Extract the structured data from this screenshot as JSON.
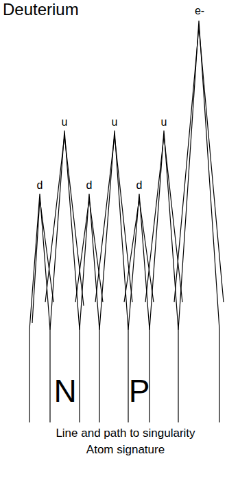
{
  "diagram": {
    "title": "Deuterium",
    "labels": [
      "d",
      "u",
      "d",
      "u",
      "d",
      "u",
      "e-",
      "N",
      "P",
      "Line and path to singularity",
      "Atom signature"
    ]
  }
}
